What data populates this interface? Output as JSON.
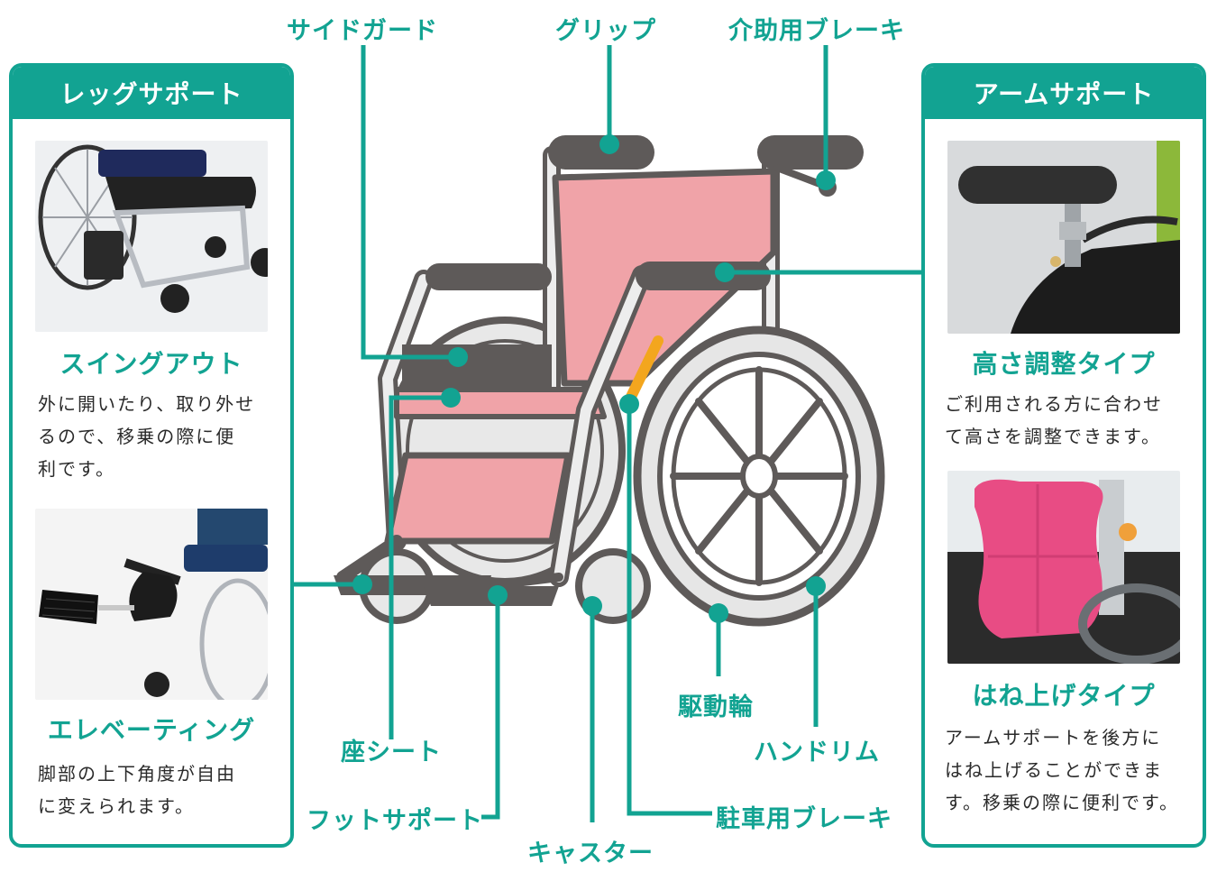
{
  "colors": {
    "accent": "#12a392",
    "frame": "#5e5a59",
    "pink": "#f0a3a8",
    "orange": "#f3a61e"
  },
  "left_panel": {
    "heading": "レッグサポート",
    "items": [
      {
        "title": "スイングアウト",
        "description": "外に開いたり、取り外せ\nるので、移乗の際に便\n利です。"
      },
      {
        "title": "エレベーティング",
        "description": "脚部の上下角度が自由\nに変えられます。"
      }
    ]
  },
  "right_panel": {
    "heading": "アームサポート",
    "items": [
      {
        "title": "高さ調整タイプ",
        "description": "ご利用される方に合わせ\nて高さを調整できます。"
      },
      {
        "title": "はね上げタイプ",
        "description": "アームサポートを後方に\nはね上げることができま\nす。移乗の際に便利です。"
      }
    ]
  },
  "diagram_labels": {
    "side_guard": "サイドガード",
    "grip": "グリップ",
    "assist_brake": "介助用ブレーキ",
    "seat": "座シート",
    "foot_support": "フットサポート",
    "caster": "キャスター",
    "drive_wheel": "駆動輪",
    "hand_rim": "ハンドリム",
    "parking_brake": "駐車用ブレーキ"
  }
}
